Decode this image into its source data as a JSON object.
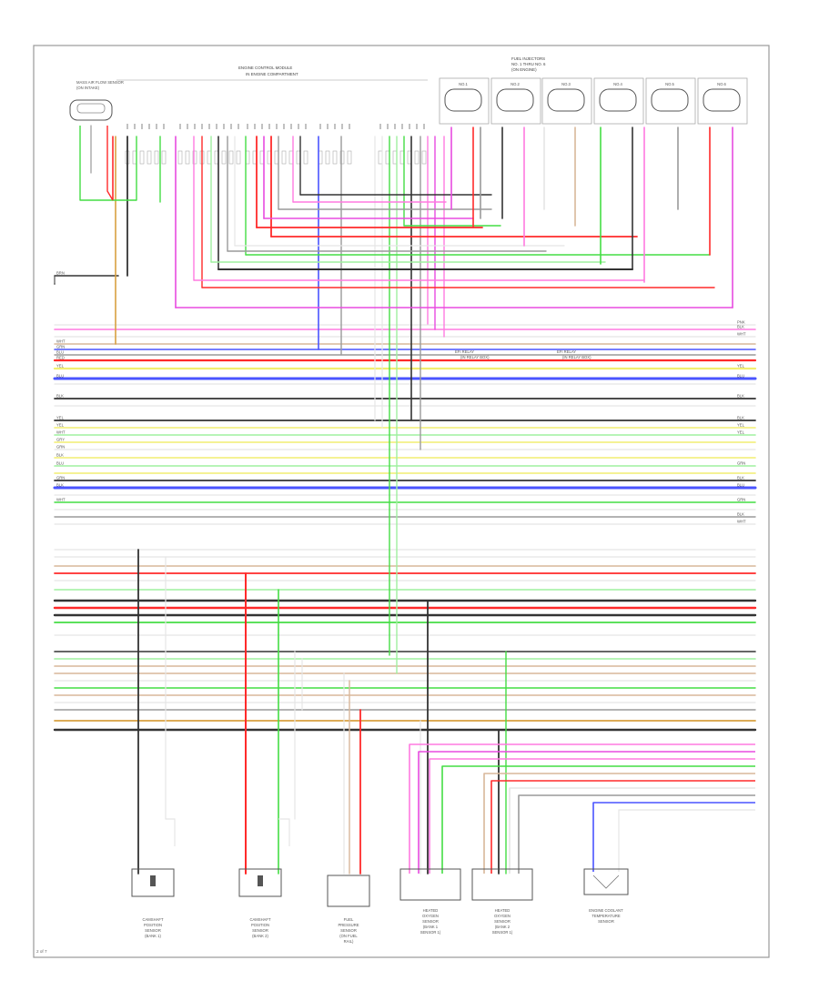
{
  "headers": {
    "ecm": "ENGINE CONTROL MODULE",
    "ecm_sub": "IN ENGINE COMPARTMENT",
    "fuel_injectors": "FUEL INJECTORS",
    "fuel_injectors_sub1": "NO. 1 THRU NO. 6",
    "fuel_injectors_sub2": "(ON ENGINE)",
    "relay": "EFI RELAY",
    "relay_sub": "(IN RELAY BOX)"
  },
  "pages": {
    "page_code": "2 of 7"
  },
  "wire_colors": {
    "black": "#333333",
    "red": "#ff2a2a",
    "pink": "#ff7ae0",
    "violet": "#e84be0",
    "green": "#44dd44",
    "yellow": "#f2ee70",
    "blue": "#4a54ff",
    "tan": "#d9b79a",
    "gray": "#9a9a9a",
    "light_green": "#9ff09f",
    "orange": "#d8a040",
    "white": "#e5e5e5"
  },
  "components": [
    {
      "id": "maf",
      "label": "MASS AIR FLOW SENSOR",
      "label2": "(ON INTAKE)"
    },
    {
      "id": "inj1",
      "label": "NO.1"
    },
    {
      "id": "inj2",
      "label": "NO.2"
    },
    {
      "id": "inj3",
      "label": "NO.3"
    },
    {
      "id": "inj4",
      "label": "NO.4"
    },
    {
      "id": "inj5",
      "label": "NO.5"
    },
    {
      "id": "inj6",
      "label": "NO.6"
    },
    {
      "id": "cmp1",
      "label": "CAMSHAFT",
      "label2": "POSITION",
      "label3": "SENSOR",
      "label4": "(BANK 1)"
    },
    {
      "id": "cmp2",
      "label": "CAMSHAFT",
      "label2": "POSITION",
      "label3": "SENSOR",
      "label4": "(BANK 2)"
    },
    {
      "id": "fps",
      "label": "FUEL",
      "label2": "PRESSURE",
      "label3": "SENSOR",
      "label4": "(ON FUEL",
      "label5": "RAIL)"
    },
    {
      "id": "o2a",
      "label": "HEATED",
      "label2": "OXYGEN",
      "label3": "SENSOR",
      "label4": "(BANK 1",
      "label5": "SENSOR 1)"
    },
    {
      "id": "o2b",
      "label": "HEATED",
      "label2": "OXYGEN",
      "label3": "SENSOR",
      "label4": "(BANK 2",
      "label5": "SENSOR 1)"
    },
    {
      "id": "ect",
      "label": "ENGINE COOLANT",
      "label2": "TEMPERATURE",
      "label3": "SENSOR"
    }
  ],
  "bus_labels_left": [
    "BRN",
    "WHT",
    "GRN",
    "BLU",
    "RED",
    "YEL",
    "BLU",
    "BLK",
    "YEL",
    "YEL",
    "WHT",
    "GRY",
    "GRN",
    "BLK",
    "BLU",
    "GRN",
    "BLK",
    "WHT"
  ],
  "bus_labels_right": [
    "PNK",
    "BLK",
    "WHT",
    "YEL",
    "BLU",
    "BLK",
    "BLK",
    "YEL",
    "YEL",
    "GRN",
    "BLK",
    "BLU",
    "GRN",
    "BLK",
    "WHT"
  ]
}
